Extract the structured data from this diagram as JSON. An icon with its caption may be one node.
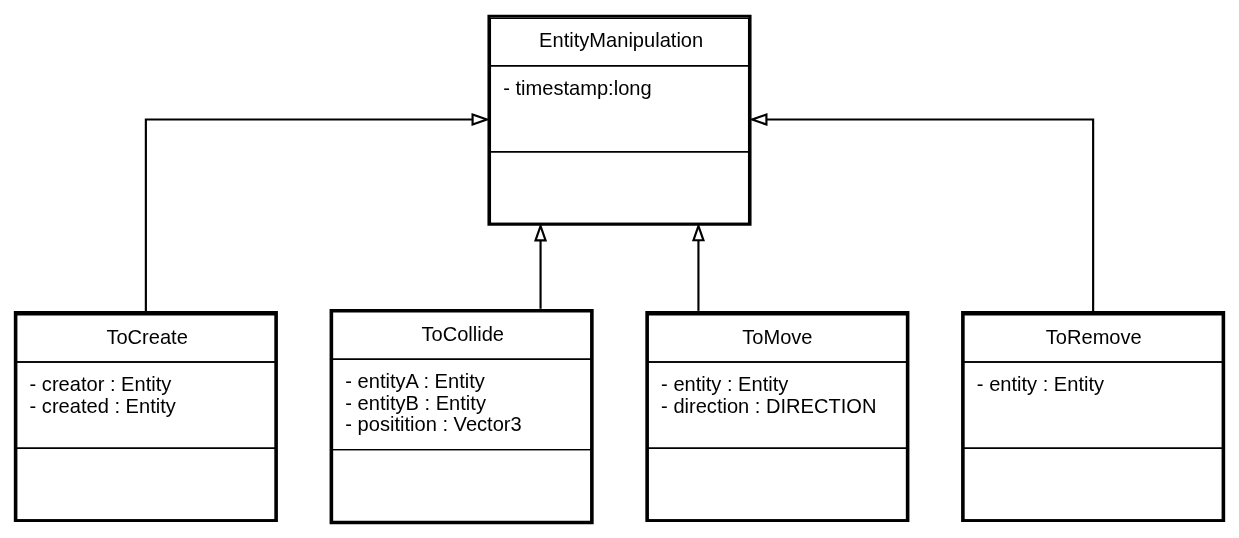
{
  "diagram": {
    "nodes": [
      {
        "text": [
          "EntityManipulation",
          "- timestamp:long"
        ]
      },
      {
        "text": [
          "ToCreate",
          "- creator : Entity",
          "- created : Entity"
        ]
      },
      {
        "text": [
          "ToCollide",
          "- entityA : Entity",
          "- entityB : Entity",
          "- positition : Vector3"
        ]
      },
      {
        "text": [
          "ToMove",
          "- entity : Entity",
          "- direction : DIRECTION"
        ]
      },
      {
        "text": [
          "ToRemove",
          "- entity : Entity"
        ]
      }
    ],
    "edges": [
      {
        "from": 1,
        "to": 0,
        "arrow": "to"
      },
      {
        "from": 2,
        "to": 0,
        "arrow": "to"
      },
      {
        "from": 3,
        "to": 0,
        "arrow": "to"
      },
      {
        "from": 4,
        "to": 0,
        "arrow": "to"
      }
    ]
  }
}
